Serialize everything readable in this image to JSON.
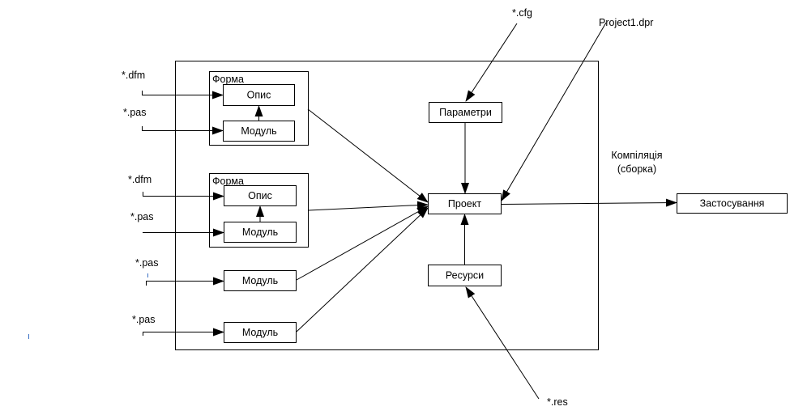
{
  "diagram": {
    "title": "Delphi project compilation structure",
    "container": {
      "label": ""
    },
    "forms": [
      {
        "title": "Форма",
        "top_label": "Опис",
        "bottom_label": "Модуль",
        "inputs": [
          "*.dfm",
          "*.pas"
        ]
      },
      {
        "title": "Форма",
        "top_label": "Опис",
        "bottom_label": "Модуль",
        "inputs": [
          "*.dfm",
          "*.pas"
        ]
      }
    ],
    "modules": [
      {
        "label": "Модуль",
        "input": "*.pas"
      },
      {
        "label": "Модуль",
        "input": "*.pas"
      }
    ],
    "params": {
      "label": "Параметри",
      "input": "*.cfg"
    },
    "project": {
      "label": "Проект",
      "input": "Project1.dpr"
    },
    "resources": {
      "label": "Ресурси",
      "input": "*.res"
    },
    "compile_label": [
      "Компіляція",
      "(сборка)"
    ],
    "output": {
      "label": "Застосування"
    }
  }
}
